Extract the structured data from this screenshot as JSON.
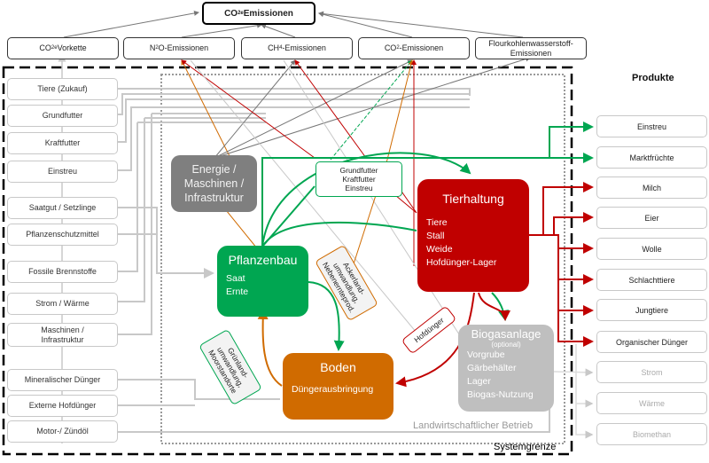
{
  "emissions": {
    "main": {
      "prefix": "CO",
      "sub": "2e",
      "suffix": " Emissionen"
    },
    "items": [
      {
        "prefix": "CO",
        "sub": "2e",
        "suffix": " Vorkette"
      },
      {
        "prefix": "N",
        "sub": "2",
        "suffix": "O-Emissionen"
      },
      {
        "prefix": "CH",
        "sub": "4",
        "suffix": "-Emissionen"
      },
      {
        "prefix": "CO",
        "sub": "2",
        "suffix": "-Emissionen"
      },
      {
        "prefix": "Flourkohlenwasserstoff-",
        "sub": "",
        "suffix": "Emissionen"
      }
    ]
  },
  "inputs": [
    "Tiere (Zukauf)",
    "Grundfutter",
    "Kraftfutter",
    "Einstreu",
    "Saatgut / Setzlinge",
    "Pflanzenschutzmittel",
    "Fossile Brennstoffe",
    "Strom / Wärme",
    "Maschinen / Infrastruktur",
    "Mineralischer Dünger",
    "Externe Hofdünger",
    "Motor-/ Zündöl"
  ],
  "products": {
    "title": "Produkte",
    "items": [
      "Einstreu",
      "Marktfrüchte",
      "Milch",
      "Eier",
      "Wolle",
      "Schlachttiere",
      "Jungtiere",
      "Organischer Dünger"
    ],
    "optional_items": [
      "Strom",
      "Wärme",
      "Biomethan"
    ]
  },
  "nodes": {
    "energie": {
      "lines": [
        "Energie /",
        "Maschinen /",
        "Infrastruktur"
      ]
    },
    "pflanzenbau": {
      "title": "Pflanzenbau",
      "lines": [
        "Saat",
        "Ernte"
      ]
    },
    "tierhaltung": {
      "title": "Tierhaltung",
      "lines": [
        "Tiere",
        "Stall",
        "Weide",
        "Hofdünger-Lager"
      ]
    },
    "boden": {
      "title": "Boden",
      "lines": [
        "Düngerausbringung"
      ]
    },
    "biogas": {
      "title": "Biogasanlage",
      "subtitle": "(optional)",
      "lines": [
        "Vorgrube",
        "Gärbehälter",
        "Lager",
        "Biogas-Nutzung"
      ]
    }
  },
  "tags": {
    "futter": [
      "Grundfutter",
      "Kraftfutter",
      "Einstreu"
    ],
    "ackerland": [
      "Ackerland-",
      "umwandlung,",
      "Nebenernteprod."
    ],
    "gruenland": [
      "Grünland-",
      "umwandlung,",
      "Moorstandorte"
    ],
    "hofduenger": "Hofdünger"
  },
  "boundaries": {
    "system": "Systemgrenze",
    "farm": "Landwirtschaftlicher Betrieb"
  },
  "colors": {
    "green": "#00a651",
    "red": "#c00000",
    "orange": "#d06b00",
    "grey": "#7f7f7f",
    "light_grey": "#c8c8c8"
  }
}
